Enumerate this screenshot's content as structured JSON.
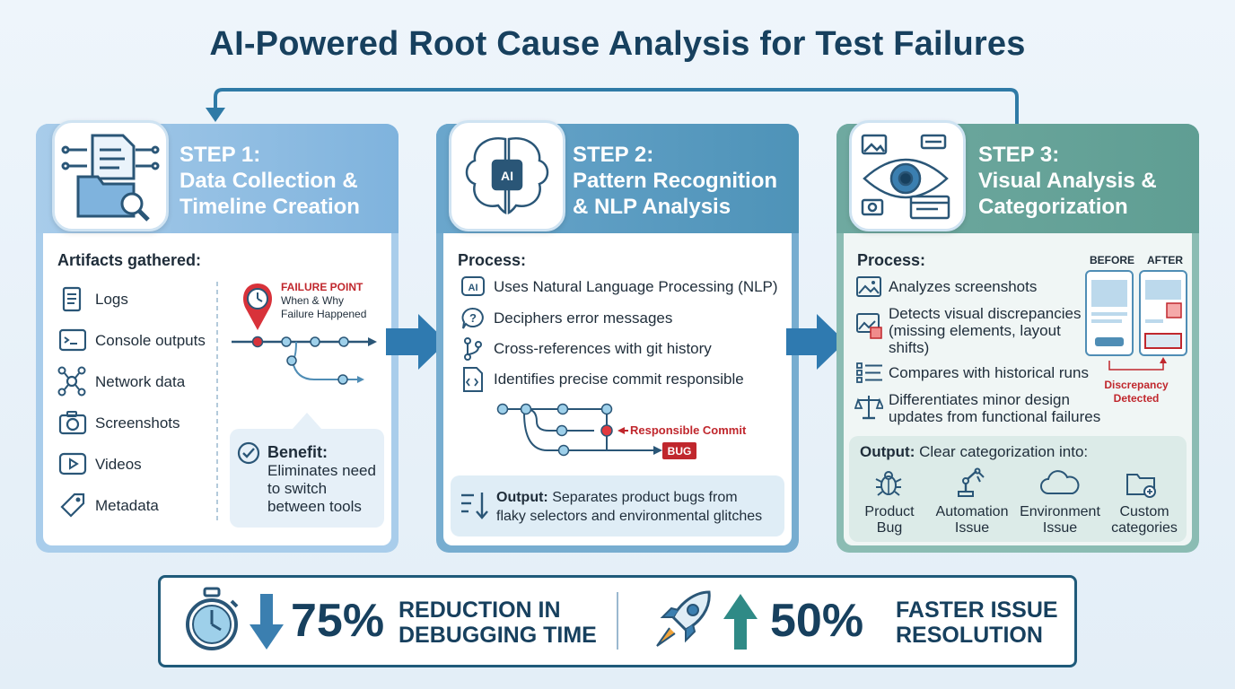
{
  "title": "AI-Powered Root Cause Analysis for Test Failures",
  "step1": {
    "title_line1": "STEP 1:",
    "title_line2": "Data Collection &",
    "title_line3": "Timeline Creation",
    "section": "Artifacts gathered:",
    "items": [
      "Logs",
      "Console outputs",
      "Network data",
      "Screenshots",
      "Videos",
      "Metadata"
    ],
    "failure_title": "FAILURE POINT",
    "failure_line1": "When & Why",
    "failure_line2": "Failure Happened",
    "benefit_label": "Benefit:",
    "benefit_line1": "Eliminates need",
    "benefit_line2": "to switch",
    "benefit_line3": "between tools"
  },
  "step2": {
    "title_line1": "STEP 2:",
    "title_line2": "Pattern Recognition",
    "title_line3": "& NLP Analysis",
    "section": "Process:",
    "items": [
      "Uses Natural Language Processing (NLP)",
      "Deciphers error messages",
      "Cross-references with git history",
      "Identifies precise commit responsible"
    ],
    "commit_label": "Responsible Commit",
    "bug_label": "BUG",
    "output_label": "Output:",
    "output_line1": "Separates product bugs from",
    "output_line2": "flaky selectors and environmental glitches"
  },
  "step3": {
    "title_line1": "STEP 3:",
    "title_line2": "Visual Analysis &",
    "title_line3": "Categorization",
    "section": "Process:",
    "items": [
      "Analyzes screenshots",
      "Detects visual discrepancies",
      "(missing elements, layout",
      "shifts)",
      "Compares with historical runs",
      "Differentiates minor design",
      "updates from functional failures"
    ],
    "before_label": "BEFORE",
    "after_label": "AFTER",
    "discrepancy_line1": "Discrepancy",
    "discrepancy_line2": "Detected",
    "output_label": "Output:",
    "output_text": "Clear categorization into:",
    "categories": [
      {
        "line1": "Product",
        "line2": "Bug"
      },
      {
        "line1": "Automation",
        "line2": "Issue"
      },
      {
        "line1": "Environment",
        "line2": "Issue"
      },
      {
        "line1": "Custom",
        "line2": "categories"
      }
    ]
  },
  "metrics": {
    "m1_value": "75%",
    "m1_line1": "REDUCTION IN",
    "m1_line2": "DEBUGGING TIME",
    "m2_value": "50%",
    "m2_line1": "FASTER ISSUE",
    "m2_line2": "RESOLUTION"
  },
  "colors": {
    "step1": "#7fb3dd",
    "step2": "#4e93b8",
    "step3": "#5f9e93",
    "navy": "#17405e",
    "red": "#c0272d"
  }
}
